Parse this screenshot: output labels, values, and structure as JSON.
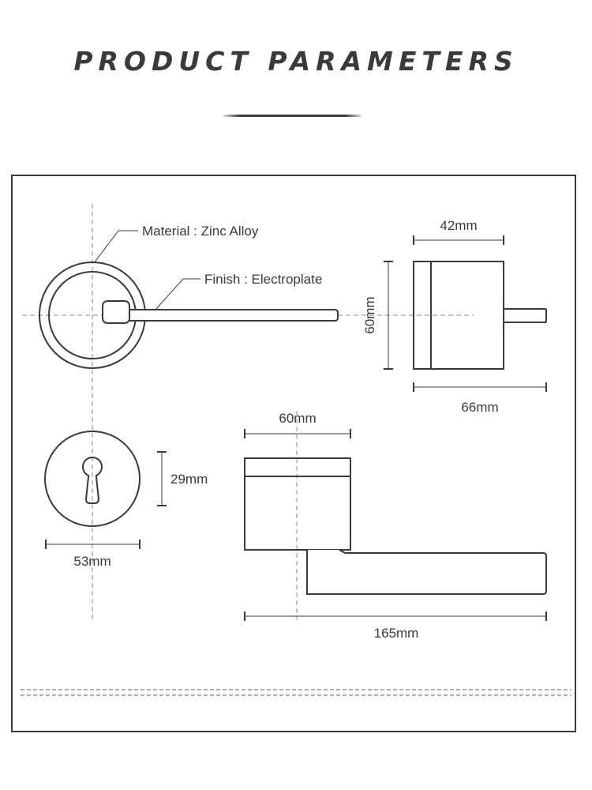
{
  "header": {
    "title": "PRODUCT PARAMETERS"
  },
  "callouts": {
    "material": "Material : Zinc Alloy",
    "finish": "Finish : Electroplate"
  },
  "dimensions": {
    "side_width": "42mm",
    "side_height": "60mm",
    "side_depth": "66mm",
    "front_rose_width": "60mm",
    "escutcheon_hole": "29mm",
    "escutcheon_diameter": "53mm",
    "lever_length": "165mm"
  },
  "colors": {
    "ink": "#3a3a3a",
    "dash": "#8a8a8a",
    "background": "#ffffff"
  }
}
